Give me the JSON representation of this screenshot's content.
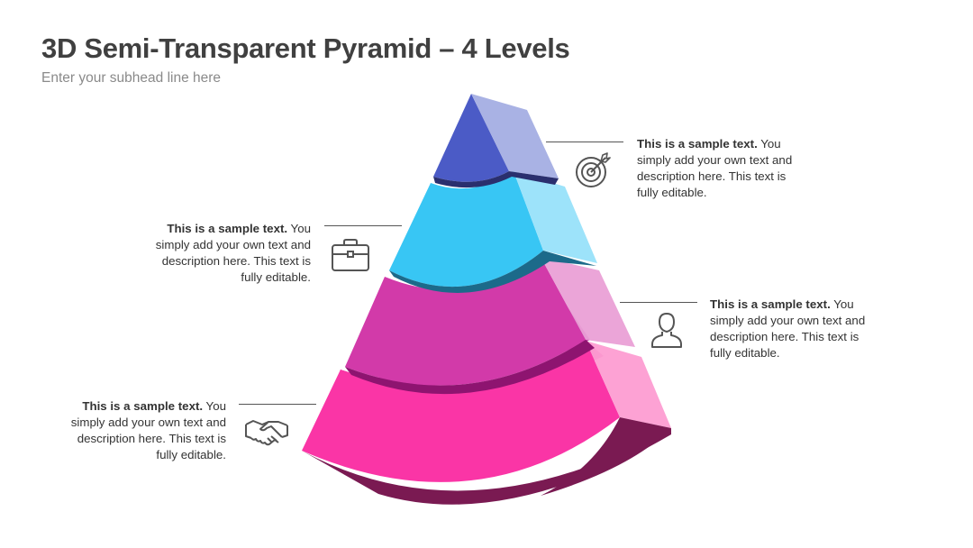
{
  "header": {
    "title": "3D Semi-Transparent Pyramid – 4 Levels",
    "subtitle": "Enter your subhead line here"
  },
  "levels": [
    {
      "level": 1,
      "icon": "target-icon",
      "heading": "This is a sample text.",
      "body": " You simply add your own text and description here. This text is fully editable.",
      "front_color": "#4b5bc6",
      "side_color": "#a4aee3"
    },
    {
      "level": 2,
      "icon": "briefcase-icon",
      "heading": "This is a sample text.",
      "body": " You simply add your own text and description here. This text is fully editable.",
      "front_color": "#38c6f4",
      "side_color": "#98e2fa"
    },
    {
      "level": 3,
      "icon": "user-icon",
      "heading": "This is a sample text.",
      "body": " You simply add your own text and description here. This text is fully editable.",
      "front_color": "#d23aa9",
      "side_color": "#eaa0d6"
    },
    {
      "level": 4,
      "icon": "handshake-icon",
      "heading": "This is a sample text.",
      "body": " You simply add your own text and description here. This text is fully editable.",
      "front_color": "#fa35a6",
      "side_color": "#fd9dd2"
    }
  ]
}
